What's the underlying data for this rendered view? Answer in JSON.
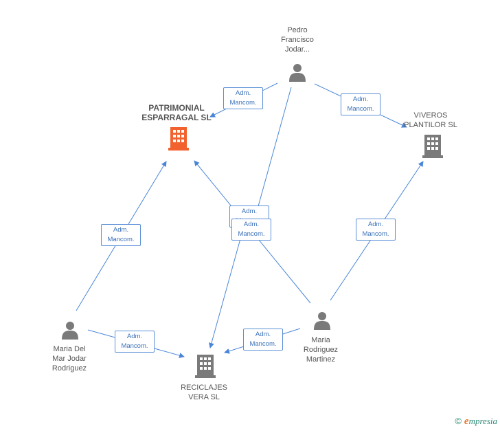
{
  "colors": {
    "edge": "#4a86d8",
    "person_icon": "#7a7a7a",
    "company_icon": "#7a7a7a",
    "focus_company": "#f2622e"
  },
  "nodes": {
    "pedro": {
      "label": "Pedro\nFrancisco\nJodar...",
      "icon": "person-icon"
    },
    "patrimonial": {
      "label": "PATRIMONIAL\nESPARRAGAL SL",
      "icon": "building-icon"
    },
    "viveros": {
      "label": "VIVEROS\nPLANTILOR SL",
      "icon": "building-icon"
    },
    "maria_del_mar": {
      "label": "Maria Del\nMar Jodar\nRodriguez",
      "icon": "person-icon"
    },
    "reciclajes": {
      "label": "RECICLAJES\nVERA SL",
      "icon": "building-icon"
    },
    "maria_rodriguez": {
      "label": "Maria\nRodriguez\nMartinez",
      "icon": "person-icon"
    }
  },
  "edges": [
    {
      "id": "pedro-patrimonial",
      "label": "Adm.\nMancom."
    },
    {
      "id": "pedro-viveros",
      "label": "Adm.\nMancom."
    },
    {
      "id": "pedro-reciclajes",
      "label": "Adm.\nMancom."
    },
    {
      "id": "mariadelmar-patrimonial",
      "label": "Adm.\nMancom."
    },
    {
      "id": "mariarodriguez-patrimonial",
      "label": "Adm.\nMancom."
    },
    {
      "id": "mariarodriguez-viveros",
      "label": "Adm.\nMancom."
    },
    {
      "id": "mariadelmar-reciclajes",
      "label": "Adm.\nMancom."
    },
    {
      "id": "mariarodriguez-reciclajes",
      "label": "Adm.\nMancom."
    }
  ],
  "footer": {
    "copyright": "©",
    "brand_initial": "e",
    "brand_rest": "mpresia"
  }
}
